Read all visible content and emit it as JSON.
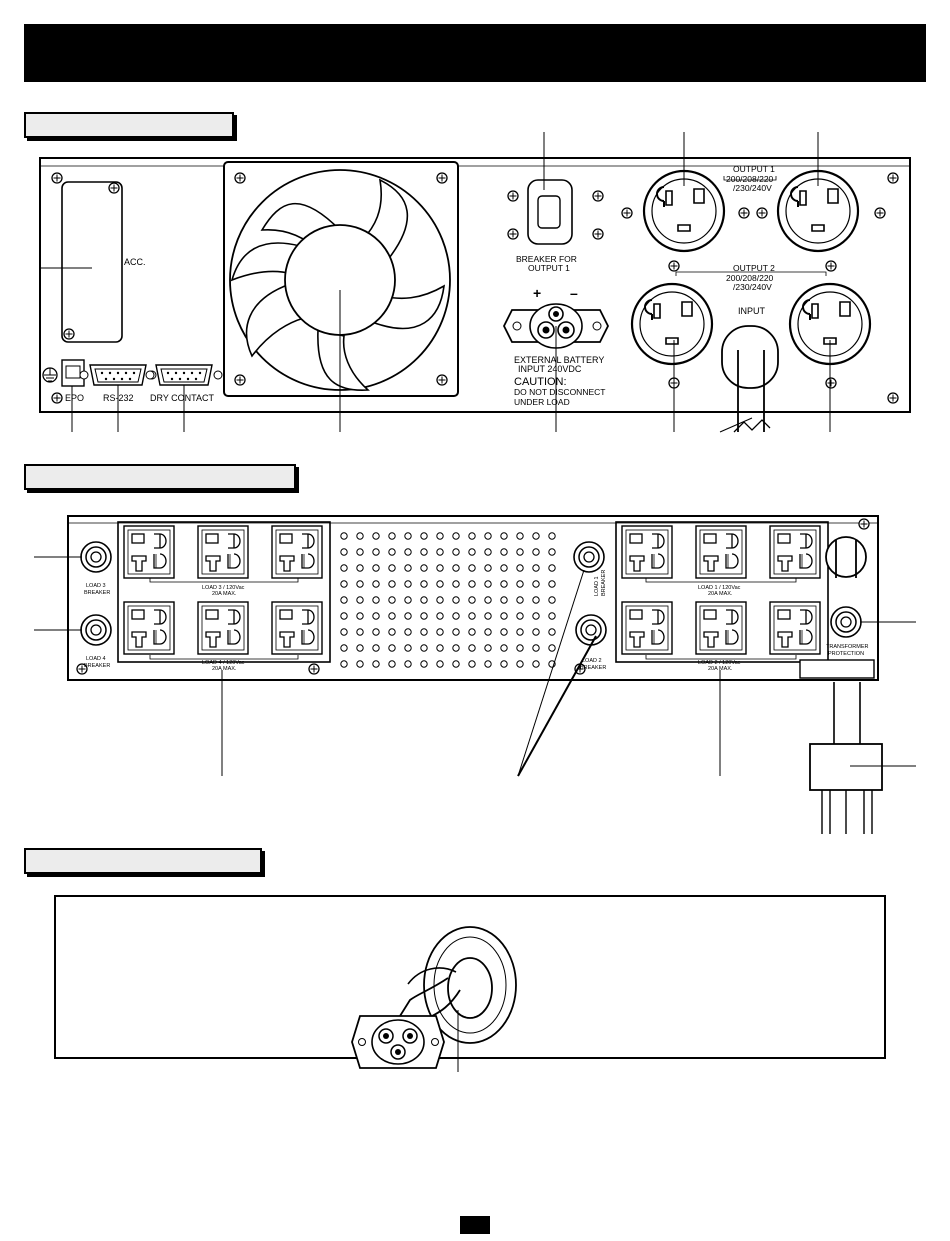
{
  "page": {
    "accent_color": "#000000"
  },
  "panel1": {
    "acc": "ACC.",
    "epo": "EPO",
    "rs232": "RS-232",
    "dry_contact": "DRY CONTACT",
    "breaker_l1": "BREAKER FOR",
    "breaker_l2": "OUTPUT 1",
    "plus": "+",
    "minus": "–",
    "ext_batt_l1": "EXTERNAL BATTERY",
    "ext_batt_l2": "INPUT 240VDC",
    "caution": "CAUTION:",
    "caution_l1": "DO NOT DISCONNECT",
    "caution_l2": "UNDER LOAD",
    "out1_l1": "OUTPUT 1",
    "out1_l2": "200/208/220",
    "out1_l3": "/230/240V",
    "out2_l1": "OUTPUT 2",
    "out2_l2": "200/208/220",
    "out2_l3": "/230/240V",
    "input": "INPUT"
  },
  "panel2": {
    "load3_l1": "LOAD 3",
    "load3_l2": "BREAKER",
    "load4_l1": "LOAD 4",
    "load4_l2": "BREAKER",
    "load1_l1": "LOAD 1",
    "load1_l2": "BREAKER",
    "load2_l1": "LOAD 2",
    "load2_l2": "BREAKER",
    "grp3_l1": "LOAD 3 / 120Vac",
    "grp3_l2": "20A MAX.",
    "grp4_l1": "LOAD 4 / 120Vac",
    "grp4_l2": "20A MAX.",
    "grp1_l1": "LOAD 1 / 120Vac",
    "grp1_l2": "20A MAX.",
    "grp2_l1": "LOAD 2 / 120Vac",
    "grp2_l2": "20A MAX.",
    "xfmr_l1": "TRANSFORMER",
    "xfmr_l2": "PROTECTION"
  }
}
